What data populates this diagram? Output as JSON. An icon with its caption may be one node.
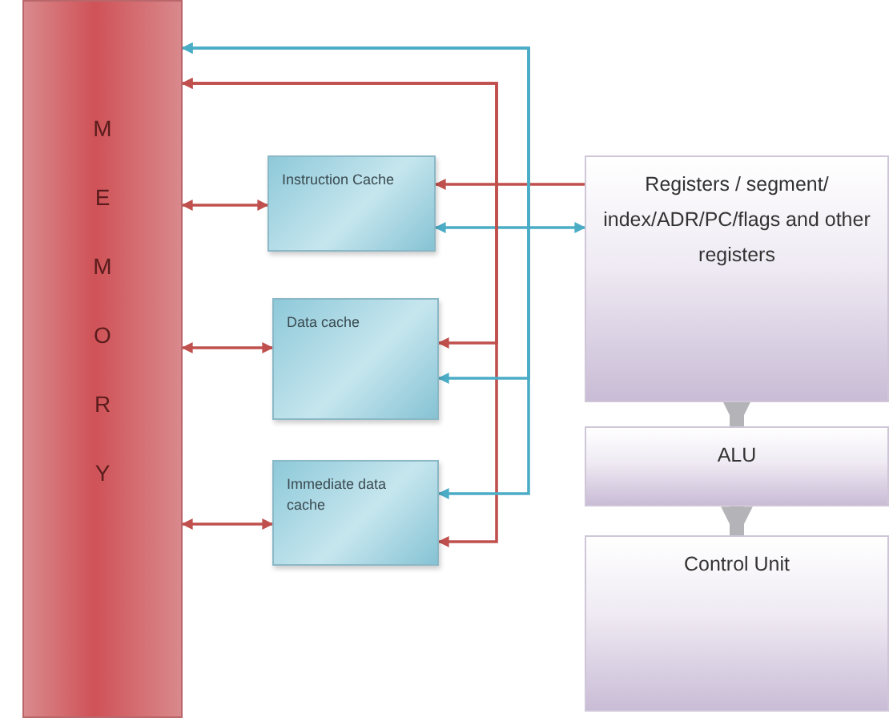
{
  "diagram": {
    "nodes": [
      {
        "text": [
          "MEMORY"
        ]
      },
      {
        "text": [
          "Instruction Cache"
        ]
      },
      {
        "text": [
          "Data cache"
        ]
      },
      {
        "text": [
          "Immediate data cache"
        ]
      },
      {
        "text": [
          "Registers / segment/ index/ADR/PC/flags and other registers"
        ]
      },
      {
        "text": [
          "ALU"
        ]
      },
      {
        "text": [
          "Control Unit"
        ]
      }
    ],
    "edges": [
      {
        "from": 0,
        "to": 1,
        "arrow": "both"
      },
      {
        "from": 0,
        "to": 2,
        "arrow": "both"
      },
      {
        "from": 0,
        "to": 3,
        "arrow": "both"
      },
      {
        "from": 4,
        "to": 1,
        "arrow": "to"
      },
      {
        "from": 1,
        "to": 4,
        "arrow": "both",
        "color": "#4bacc6"
      },
      {
        "from": 2,
        "to": 0,
        "arrow": "both"
      },
      {
        "from": 3,
        "to": 0,
        "arrow": "both"
      },
      {
        "from": 2,
        "to": 0,
        "arrow": "both",
        "color": "#4bacc6"
      },
      {
        "from": 3,
        "to": 0,
        "arrow": "both",
        "color": "#4bacc6"
      },
      {
        "from": 4,
        "to": 5,
        "arrow": "to",
        "style": "thick",
        "color": "#b4b4b8"
      },
      {
        "from": 5,
        "to": 6,
        "arrow": "to",
        "style": "thick",
        "color": "#b4b4b8"
      }
    ]
  }
}
